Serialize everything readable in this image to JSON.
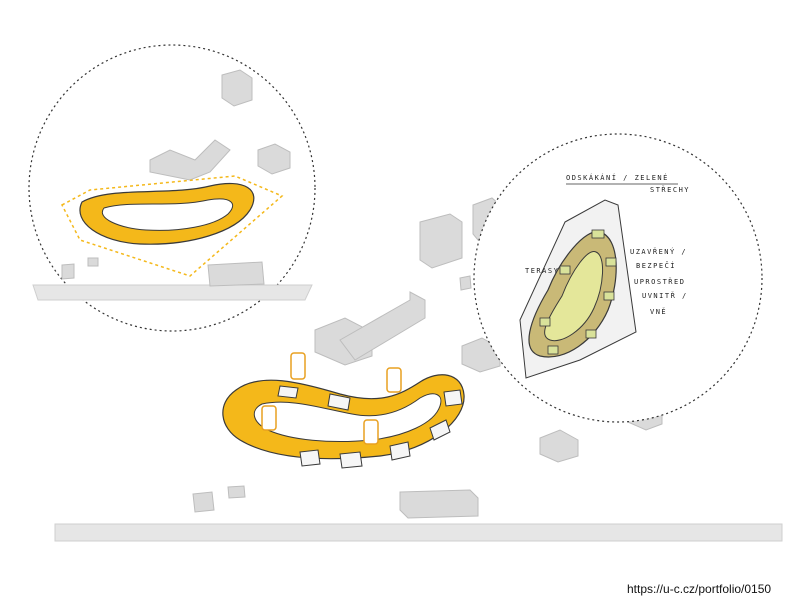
{
  "credit": "https://u-c.cz/portfolio/0150",
  "annotations": {
    "roofs_line1": "ODSKÁKÁNÍ / ZELENÉ",
    "roofs_line2": "STŘECHY",
    "terraces": "TERASY",
    "inside_line1": "UZAVŘENÝ /",
    "inside_line2": "BEZPEČÍ",
    "inside_line3": "UPROSTŘED",
    "inside_line4": "UVNITŘ /",
    "inside_line5": "VNĚ"
  },
  "colors": {
    "ring_yellow": "#f4b81a",
    "ring_white": "#f4f4f4",
    "building_grey": "#d8d8d8",
    "road_grey": "#e6e6e6",
    "circle_line": "#333333",
    "courtyard_green": "#e4e79a",
    "outline": "#3a3a3a"
  },
  "icons": [
    "dotted-circle",
    "hand-pointer-icon"
  ]
}
